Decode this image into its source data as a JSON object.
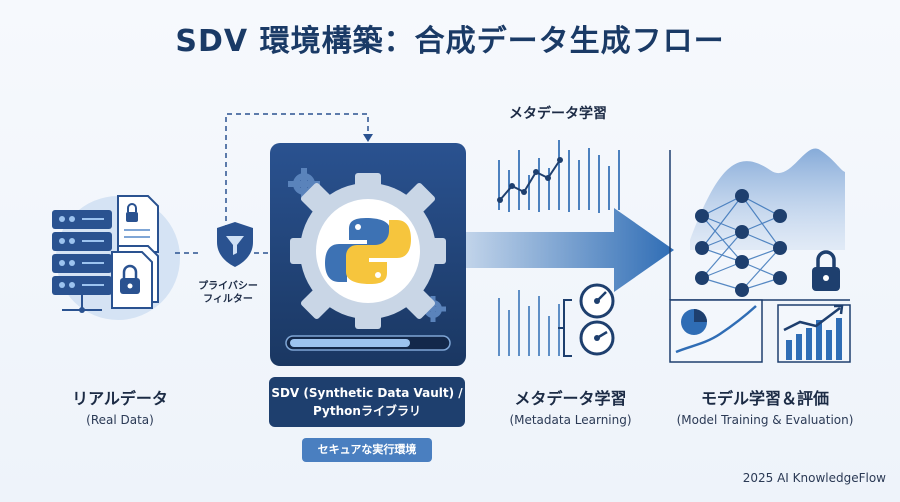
{
  "title": "SDV 環境構築：合成データ生成フロー",
  "steps": {
    "real_data": {
      "jp": "リアルデータ",
      "en": "(Real Data)"
    },
    "privacy_filter": {
      "line1": "プライバシー",
      "line2": "フィルター"
    },
    "sdv": {
      "line1": "SDV (Synthetic Data Vault) /",
      "line2": "Pythonライブラリ",
      "secure_env": "セキュアな実行環境"
    },
    "metadata_top": "メタデータ学習",
    "metadata": {
      "jp": "メタデータ学習",
      "en": "(Metadata Learning)"
    },
    "training": {
      "jp": "モデル学習＆評価",
      "en": "(Model Training & Evaluation)"
    }
  },
  "icons": [
    "server-icon",
    "document-lock-icon",
    "filter-shield-icon",
    "gear-icon",
    "python-logo-icon",
    "gauge-icon",
    "neural-network-icon",
    "padlock-icon",
    "pie-chart-icon",
    "bar-chart-icon"
  ],
  "colors": {
    "navy": "#1e3f6e",
    "blue": "#2f6db5",
    "light_blue": "#4a7fc0",
    "background": "#f3f7fc"
  },
  "footer": "2025 AI KnowledgeFlow"
}
